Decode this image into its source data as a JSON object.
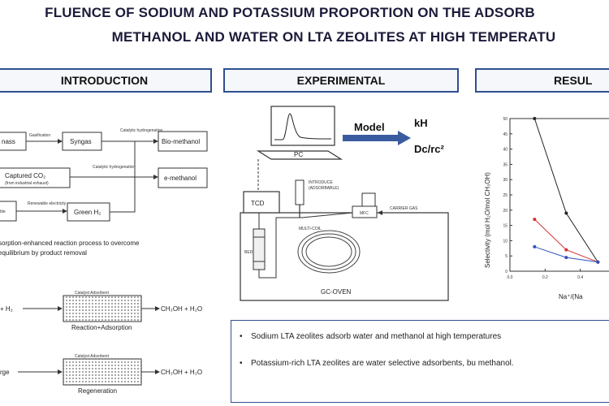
{
  "title": {
    "line1": "FLUENCE OF SODIUM AND POTASSIUM PROPORTION ON THE ADSORB",
    "line2": "METHANOL AND WATER ON LTA ZEOLITES AT HIGH TEMPERATU"
  },
  "sections": {
    "introduction": "INTRODUCTION",
    "experimental": "EXPERIMENTAL",
    "results": "RESUL"
  },
  "intro": {
    "box1": "nass",
    "gasification": "Gasification",
    "syngas": "Syngas",
    "catalytic_hydrogenation": "Catalytic hydrogenation",
    "bio_methanol": "Bio-methanol",
    "captured_co2": "Captured CO₂",
    "co2_sub": "(from industrial exhaust)",
    "catalytic_hydrogenation_2": "Catalytic hydrogenation",
    "e_methanol": "e-methanol",
    "box_left3": "ble",
    "renewable_electricity": "Renewable electricity",
    "green_h2": "Green H₂",
    "process_note_1": "sorption-enhanced reaction process to overcome",
    "process_note_2": "equilibrium by product removal",
    "catalyst_adsorbent_1": "Catalyst  Adsorbent",
    "reactants_left": "+ H₂",
    "products_1": "CH₃OH + H₂O",
    "reaction_adsorption": "Reaction+Adsorption",
    "catalyst_adsorbent_2": "Catalyst  Adsorbent",
    "purge_left": "rge",
    "products_2": "CH₃OH + H₂O",
    "regeneration": "Regeneration"
  },
  "experimental": {
    "pc": "PC",
    "model": "Model",
    "kh": "kH",
    "dc_rc2": "Dc/rc²",
    "tcd": "TCD",
    "injector_label_1": "INTRODUCE",
    "injector_label_2": "(ADSORBABLE)",
    "mfc": "MFC",
    "carrier_gas": "CARRIER GAS",
    "column_label": "MULTI-COIL",
    "side_label": "BED",
    "gc_oven": "GC-OVEN"
  },
  "chart_data": {
    "type": "line",
    "title": "",
    "xlabel": "Na⁺/(Na",
    "ylabel": "Selectivity (mol H₂O/mol CH₃OH)",
    "xlim": [
      0.0,
      0.6
    ],
    "ylim": [
      0,
      50
    ],
    "xticks": [
      "0.0",
      "0.2",
      "0.4"
    ],
    "yticks": [
      "0",
      "5",
      "10",
      "15",
      "20",
      "25",
      "30",
      "35",
      "40",
      "45",
      "50"
    ],
    "series": [
      {
        "color": "#222222",
        "x": [
          0.14,
          0.32,
          0.5
        ],
        "y": [
          50,
          19,
          3
        ]
      },
      {
        "color": "#d43030",
        "x": [
          0.14,
          0.32,
          0.5
        ],
        "y": [
          17,
          7,
          3
        ]
      },
      {
        "color": "#3050c0",
        "x": [
          0.14,
          0.32,
          0.5
        ],
        "y": [
          8,
          4.5,
          3
        ]
      }
    ]
  },
  "conclusions": {
    "b1": "Sodium LTA zeolites adsorb water and methanol at high temperatures",
    "b2": "Potassium-rich LTA zeolites are water selective adsorbents, bu methanol."
  }
}
